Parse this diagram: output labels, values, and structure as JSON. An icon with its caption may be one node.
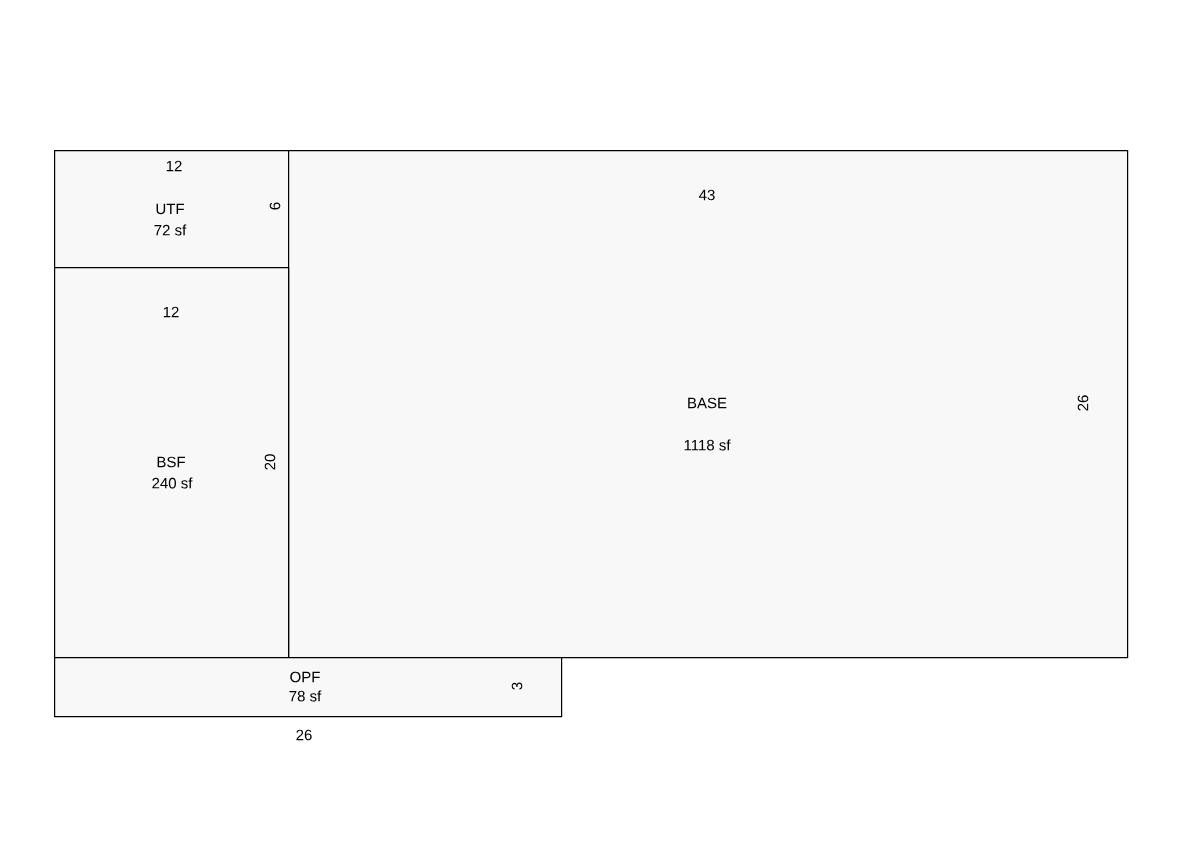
{
  "diagram": {
    "nodes": [
      {
        "text": [
          "UTF",
          "72 sf"
        ]
      },
      {
        "text": [
          "BASE",
          "1118 sf"
        ]
      },
      {
        "text": [
          "BSF",
          "240 sf"
        ]
      },
      {
        "text": [
          "OPF",
          "78 sf"
        ]
      }
    ],
    "labels": [
      "12",
      "43",
      "6",
      "12",
      "26",
      "20",
      "3",
      "26"
    ]
  }
}
